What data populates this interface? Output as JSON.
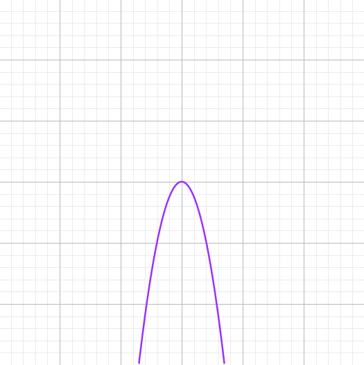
{
  "chart_data": {
    "type": "line",
    "title": "",
    "xlabel": "",
    "ylabel": "",
    "grid": true,
    "minor_grid": true,
    "minor_divisions": 5,
    "xlim": [
      -3,
      3
    ],
    "ylim": [
      -3,
      3
    ],
    "major_tick_step": 1,
    "series": [
      {
        "color": "#9b30ff",
        "x": [
          -0.7,
          -0.6,
          -0.5,
          -0.4,
          -0.3,
          -0.2,
          -0.1,
          0,
          0.1,
          0.2,
          0.3,
          0.4,
          0.5,
          0.6,
          0.7
        ],
        "y": [
          -2.98,
          -2.19,
          -1.52,
          -0.97,
          -0.55,
          -0.24,
          -0.06,
          0,
          -0.06,
          -0.24,
          -0.55,
          -0.97,
          -1.52,
          -2.19,
          -2.98
        ]
      }
    ]
  }
}
